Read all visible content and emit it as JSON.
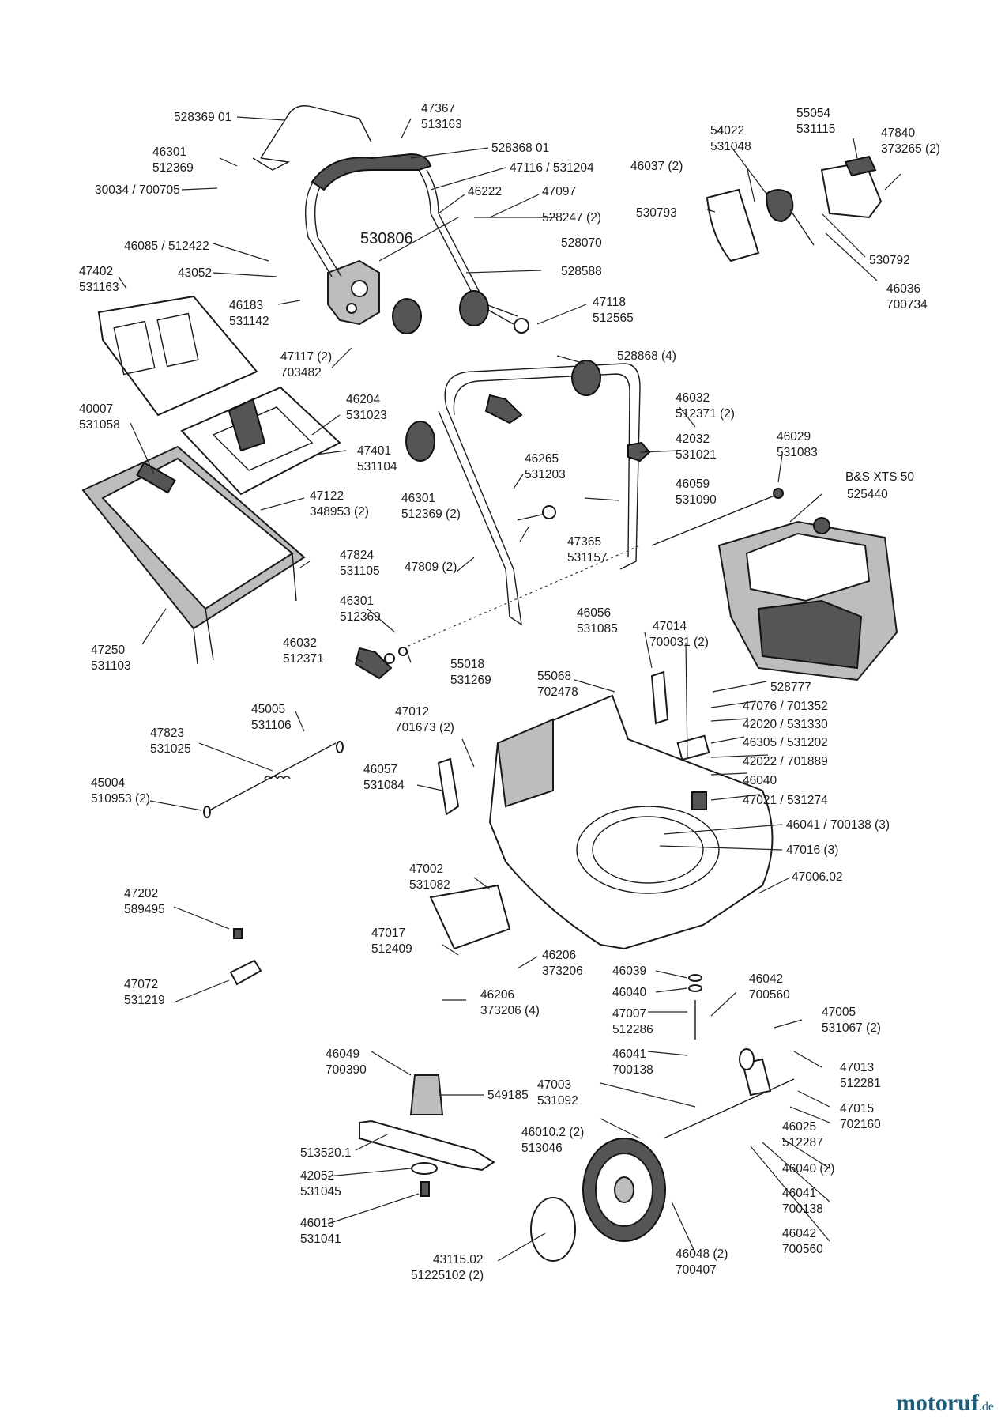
{
  "watermark": {
    "name": "motoruf",
    "tld": ".de"
  },
  "labels": {
    "l_528369": "528369 01",
    "l_47367_1": "47367",
    "l_47367_2": "513163",
    "l_528368": "528368 01",
    "l_46301a_1": "46301",
    "l_46301a_2": "512369",
    "l_47116": "47116 / 531204",
    "l_30034": "30034 / 700705",
    "l_46222": "46222",
    "l_47097": "47097",
    "l_528247": "528247 (2)",
    "l_530806": "530806",
    "l_528070": "528070",
    "l_46085": "46085 / 512422",
    "l_528588": "528588",
    "l_43052": "43052",
    "l_47402_1": "47402",
    "l_47402_2": "531163",
    "l_46183_1": "46183",
    "l_46183_2": "531142",
    "l_47118_1": "47118",
    "l_47118_2": "512565",
    "l_47117_1": "47117 (2)",
    "l_47117_2": "703482",
    "l_528868": "528868 (4)",
    "l_54022_1": "54022",
    "l_54022_2": "531048",
    "l_55054_1": "55054",
    "l_55054_2": "531115",
    "l_47840_1": "47840",
    "l_47840_2": "373265 (2)",
    "l_46037": "46037 (2)",
    "l_530793": "530793",
    "l_530792": "530792",
    "l_46036_1": "46036",
    "l_46036_2": "700734",
    "l_40007_1": "40007",
    "l_40007_2": "531058",
    "l_46204_1": "46204",
    "l_46204_2": "531023",
    "l_46032a_1": "46032",
    "l_46032a_2": "512371 (2)",
    "l_47401_1": "47401",
    "l_47401_2": "531104",
    "l_42032_1": "42032",
    "l_42032_2": "531021",
    "l_46265_1": "46265",
    "l_46265_2": "531203",
    "l_46029_1": "46029",
    "l_46029_2": "531083",
    "l_47122_1": "47122",
    "l_47122_2": "348953 (2)",
    "l_46301b_1": "46301",
    "l_46301b_2": "512369 (2)",
    "l_46059_1": "46059",
    "l_46059_2": "531090",
    "l_bs_1": "B&S XTS 50",
    "l_bs_2": "525440",
    "l_47824_1": "47824",
    "l_47824_2": "531105",
    "l_47365_1": "47365",
    "l_47365_2": "531157",
    "l_47809": "47809 (2)",
    "l_46301c_1": "46301",
    "l_46301c_2": "512369",
    "l_46032b_1": "46032",
    "l_46032b_2": "512371",
    "l_55018_1": "55018",
    "l_55018_2": "531269",
    "l_47250_1": "47250",
    "l_47250_2": "531103",
    "l_46056_1": "46056",
    "l_46056_2": "531085",
    "l_47014_1": "47014",
    "l_47014_2": "700031 (2)",
    "l_55068_1": "55068",
    "l_55068_2": "702478",
    "l_528777": "528777",
    "l_47076": "47076 / 701352",
    "l_42020": "42020 / 531330",
    "l_46305": "46305 / 531202",
    "l_42022": "42022 / 701889",
    "l_46040a": "46040",
    "l_47021": "47021 / 531274",
    "l_45005_1": "45005",
    "l_45005_2": "531106",
    "l_47823_1": "47823",
    "l_47823_2": "531025",
    "l_47012_1": "47012",
    "l_47012_2": "701673 (2)",
    "l_46057_1": "46057",
    "l_46057_2": "531084",
    "l_45004_1": "45004",
    "l_45004_2": "510953 (2)",
    "l_46041a": "46041 / 700138 (3)",
    "l_47016": "47016 (3)",
    "l_47006": "47006.02",
    "l_47002_1": "47002",
    "l_47002_2": "531082",
    "l_47202_1": "47202",
    "l_47202_2": "589495",
    "l_47017_1": "47017",
    "l_47017_2": "512409",
    "l_46206a_1": "46206",
    "l_46206a_2": "373206",
    "l_46039": "46039",
    "l_46040b": "46040",
    "l_46042a_1": "46042",
    "l_46042a_2": "700560",
    "l_47072_1": "47072",
    "l_47072_2": "531219",
    "l_46206b_1": "46206",
    "l_46206b_2": "373206 (4)",
    "l_47007_1": "47007",
    "l_47007_2": "512286",
    "l_47005_1": "47005",
    "l_47005_2": "531067 (2)",
    "l_46041b_1": "46041",
    "l_46041b_2": "700138",
    "l_47013_1": "47013",
    "l_47013_2": "512281",
    "l_46049_1": "46049",
    "l_46049_2": "700390",
    "l_549185": "549185",
    "l_47003_1": "47003",
    "l_47003_2": "531092",
    "l_47015_1": "47015",
    "l_47015_2": "702160",
    "l_46025_1": "46025",
    "l_46025_2": "512287",
    "l_46010_1": "46010.2 (2)",
    "l_46010_2": "513046",
    "l_513520": "513520.1",
    "l_46040c": "46040 (2)",
    "l_42052_1": "42052",
    "l_42052_2": "531045",
    "l_46041c_1": "46041",
    "l_46041c_2": "700138",
    "l_46013_1": "46013",
    "l_46013_2": "531041",
    "l_46042b_1": "46042",
    "l_46042b_2": "700560",
    "l_43115_1": "43115.02",
    "l_43115_2": "51225102 (2)",
    "l_46048_1": "46048 (2)",
    "l_46048_2": "700407"
  }
}
